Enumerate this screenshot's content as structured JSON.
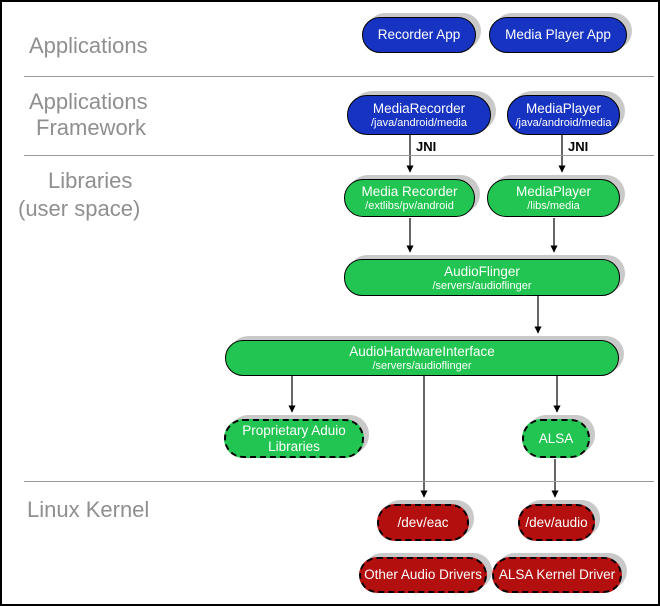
{
  "layer_labels": {
    "applications": "Applications",
    "framework_line1": "Applications",
    "framework_line2": "Framework",
    "libraries_line1": "Libraries",
    "libraries_line2": "(user space)",
    "linux_kernel": "Linux Kernel"
  },
  "annotations": {
    "jni_left": "JNI",
    "jni_right": "JNI"
  },
  "nodes": {
    "recorder_app": {
      "label": "Recorder App"
    },
    "media_player_app": {
      "label": "Media Player App"
    },
    "media_recorder_framework": {
      "label": "MediaRecorder",
      "path": "/java/android/media"
    },
    "media_player_framework": {
      "label": "MediaPlayer",
      "path": "/java/android/media"
    },
    "media_recorder_lib": {
      "label": "Media Recorder",
      "path": "/extlibs/pv/android"
    },
    "media_player_lib": {
      "label": "MediaPlayer",
      "path": "/libs/media"
    },
    "audio_flinger": {
      "label": "AudioFlinger",
      "path": "/servers/audioflinger"
    },
    "audio_hardware_interface": {
      "label": "AudioHardwareInterface",
      "path": "/servers/audioflinger"
    },
    "proprietary_audio_libs": {
      "label": "Proprietary Aduio",
      "label2": "Libraries"
    },
    "alsa": {
      "label": "ALSA"
    },
    "dev_eac": {
      "label": "/dev/eac"
    },
    "dev_audio": {
      "label": "/dev/audio"
    },
    "other_audio_drivers": {
      "label": "Other Audio Drivers"
    },
    "alsa_kernel_driver": {
      "label": "ALSA Kernel Driver"
    }
  },
  "colors": {
    "app_blue": "#1733c1",
    "lib_green": "#22c551",
    "kernel_red": "#b40f0f",
    "shadow_gray": "#c9c9c9",
    "label_gray": "#8f8f8f",
    "divider_gray": "#999999"
  }
}
